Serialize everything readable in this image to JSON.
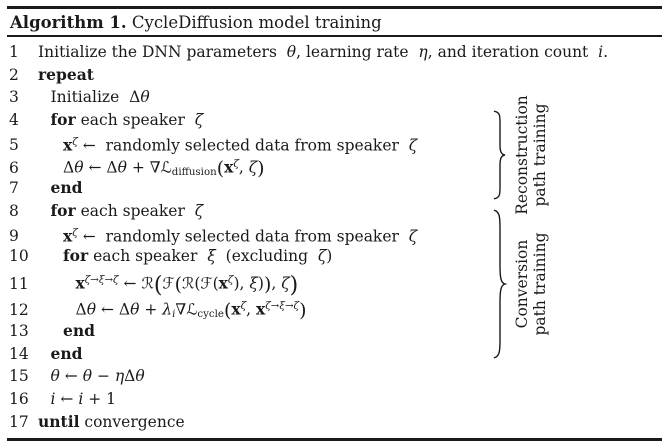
{
  "title": {
    "bold": "Algorithm 1.",
    "rest": " CycleDiffusion model training"
  },
  "colors": {
    "ink": "#1a1a1a",
    "background": "#ffffff"
  },
  "annotations": {
    "reconstruction": {
      "line1": "Reconstruction",
      "line2": "path training"
    },
    "conversion": {
      "line1": "Conversion",
      "line2": "path training"
    }
  },
  "algorithm": {
    "lines": [
      {
        "num": "1",
        "indent": 0,
        "segments": [
          {
            "t": "Initialize the DNN parameters  "
          },
          {
            "t": "θ",
            "c": "i"
          },
          {
            "t": ", learning rate  "
          },
          {
            "t": "η",
            "c": "i"
          },
          {
            "t": ", and iteration count  "
          },
          {
            "t": "i",
            "c": "i"
          },
          {
            "t": "."
          }
        ]
      },
      {
        "num": "2",
        "indent": 0,
        "segments": [
          {
            "t": "repeat",
            "c": "b"
          }
        ]
      },
      {
        "num": "3",
        "indent": 1,
        "segments": [
          {
            "t": "Initialize  "
          },
          {
            "t": "Δ"
          },
          {
            "t": "θ",
            "c": "i"
          }
        ]
      },
      {
        "num": "4",
        "indent": 1,
        "segments": [
          {
            "t": "for",
            "c": "b"
          },
          {
            "t": " each speaker  "
          },
          {
            "t": "ζ",
            "c": "i"
          }
        ]
      },
      {
        "num": "5",
        "indent": 2,
        "segments": [
          {
            "t": "x",
            "c": "bv"
          },
          {
            "t": "ζ",
            "c": "sup i"
          },
          {
            "t": " ←  randomly selected data from speaker  "
          },
          {
            "t": "ζ",
            "c": "i"
          }
        ]
      },
      {
        "num": "6",
        "indent": 2,
        "segments": [
          {
            "t": "Δ"
          },
          {
            "t": "θ",
            "c": "i"
          },
          {
            "t": " ← Δ"
          },
          {
            "t": "θ",
            "c": "i"
          },
          {
            "t": " + ∇"
          },
          {
            "t": "ℒ",
            "c": "scr"
          },
          {
            "t": "diffusion",
            "c": "sub"
          },
          {
            "t": "(",
            "c": "p2"
          },
          {
            "t": "x",
            "c": "bv"
          },
          {
            "t": "ζ",
            "c": "sup i"
          },
          {
            "t": ", "
          },
          {
            "t": "ζ",
            "c": "i"
          },
          {
            "t": ")",
            "c": "p2"
          }
        ]
      },
      {
        "num": "7",
        "indent": 1,
        "segments": [
          {
            "t": "end",
            "c": "b"
          }
        ]
      },
      {
        "num": "8",
        "indent": 1,
        "segments": [
          {
            "t": "for",
            "c": "b"
          },
          {
            "t": " each speaker  "
          },
          {
            "t": "ζ",
            "c": "i"
          }
        ]
      },
      {
        "num": "9",
        "indent": 2,
        "segments": [
          {
            "t": "x",
            "c": "bv"
          },
          {
            "t": "ζ",
            "c": "sup i"
          },
          {
            "t": " ←  randomly selected data from speaker  "
          },
          {
            "t": "ζ",
            "c": "i"
          }
        ]
      },
      {
        "num": "10",
        "indent": 2,
        "segments": [
          {
            "t": "for",
            "c": "b"
          },
          {
            "t": " each speaker  "
          },
          {
            "t": "ξ",
            "c": "i"
          },
          {
            "t": "  (excluding  "
          },
          {
            "t": "ζ",
            "c": "i"
          },
          {
            "t": ")"
          }
        ]
      },
      {
        "num": "11",
        "indent": 3,
        "tall": true,
        "segments": [
          {
            "t": "x",
            "c": "bv"
          },
          {
            "t": "ζ→ξ→ζ",
            "c": "sup i"
          },
          {
            "t": " ← "
          },
          {
            "t": "ℛ",
            "c": "scr"
          },
          {
            "t": "(",
            "c": "p3"
          },
          {
            "t": "ℱ",
            "c": "scr"
          },
          {
            "t": "(",
            "c": "p2"
          },
          {
            "t": "ℛ",
            "c": "scr"
          },
          {
            "t": "("
          },
          {
            "t": "ℱ",
            "c": "scr"
          },
          {
            "t": "("
          },
          {
            "t": "x",
            "c": "bv"
          },
          {
            "t": "ζ",
            "c": "sup i"
          },
          {
            "t": "), "
          },
          {
            "t": "ξ",
            "c": "i"
          },
          {
            "t": ")"
          },
          {
            "t": ")",
            "c": "p2"
          },
          {
            "t": ", "
          },
          {
            "t": "ζ",
            "c": "i"
          },
          {
            "t": ")",
            "c": "p3"
          }
        ]
      },
      {
        "num": "12",
        "indent": 3,
        "tall": true,
        "segments": [
          {
            "t": "Δ"
          },
          {
            "t": "θ",
            "c": "i"
          },
          {
            "t": " ← Δ"
          },
          {
            "t": "θ",
            "c": "i"
          },
          {
            "t": " + "
          },
          {
            "t": "λ",
            "c": "i"
          },
          {
            "t": "i",
            "c": "sub i"
          },
          {
            "t": "∇"
          },
          {
            "t": "ℒ",
            "c": "scr"
          },
          {
            "t": "cycle",
            "c": "sub"
          },
          {
            "t": "(",
            "c": "p2"
          },
          {
            "t": "x",
            "c": "bv"
          },
          {
            "t": "ζ",
            "c": "sup i"
          },
          {
            "t": ", "
          },
          {
            "t": "x",
            "c": "bv"
          },
          {
            "t": "ζ→ξ→ζ",
            "c": "sup i"
          },
          {
            "t": ")",
            "c": "p2"
          }
        ]
      },
      {
        "num": "13",
        "indent": 2,
        "segments": [
          {
            "t": "end",
            "c": "b"
          }
        ]
      },
      {
        "num": "14",
        "indent": 1,
        "segments": [
          {
            "t": "end",
            "c": "b"
          }
        ]
      },
      {
        "num": "15",
        "indent": 1,
        "segments": [
          {
            "t": "θ",
            "c": "i"
          },
          {
            "t": " ← "
          },
          {
            "t": "θ",
            "c": "i"
          },
          {
            "t": " − "
          },
          {
            "t": "η",
            "c": "i"
          },
          {
            "t": "Δ"
          },
          {
            "t": "θ",
            "c": "i"
          }
        ]
      },
      {
        "num": "16",
        "indent": 1,
        "segments": [
          {
            "t": "i",
            "c": "i"
          },
          {
            "t": " ← "
          },
          {
            "t": "i",
            "c": "i"
          },
          {
            "t": " + 1"
          }
        ]
      },
      {
        "num": "17",
        "indent": 0,
        "segments": [
          {
            "t": "until",
            "c": "b"
          },
          {
            "t": " convergence"
          }
        ]
      }
    ]
  }
}
